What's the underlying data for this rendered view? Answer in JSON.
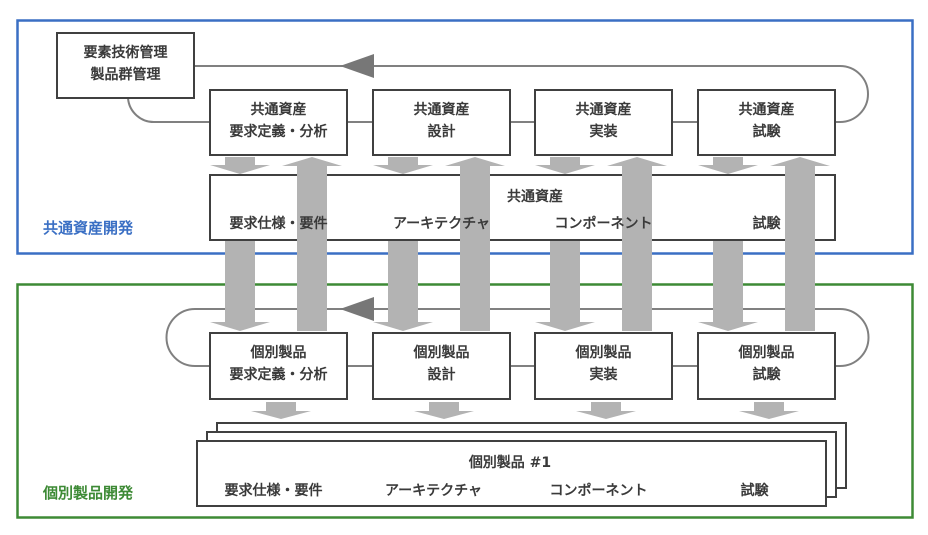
{
  "colors": {
    "common_frame": "#3a6fc4",
    "product_frame": "#3d8a35",
    "box_border": "#404040",
    "arrow_fill": "#b3b3b3",
    "loop_line": "#808080",
    "loop_arrowhead": "#777777",
    "text": "#3a3a3a"
  },
  "management_box": {
    "line1": "要素技術管理",
    "line2": "製品群管理"
  },
  "common_dev": {
    "frame_label": "共通資産開発",
    "phases": [
      {
        "line1": "共通資産",
        "line2": "要求定義・分析"
      },
      {
        "line1": "共通資産",
        "line2": "設計"
      },
      {
        "line1": "共通資産",
        "line2": "実装"
      },
      {
        "line1": "共通資産",
        "line2": "試験"
      }
    ],
    "asset_box": {
      "title": "共通資産",
      "items": [
        "要求仕様・要件",
        "アーキテクチャ",
        "コンポーネント",
        "試験"
      ]
    }
  },
  "product_dev": {
    "frame_label": "個別製品開発",
    "phases": [
      {
        "line1": "個別製品",
        "line2": "要求定義・分析"
      },
      {
        "line1": "個別製品",
        "line2": "設計"
      },
      {
        "line1": "個別製品",
        "line2": "実装"
      },
      {
        "line1": "個別製品",
        "line2": "試験"
      }
    ],
    "product_box": {
      "title": "個別製品 #1",
      "items": [
        "要求仕様・要件",
        "アーキテクチャ",
        "コンポーネント",
        "試験"
      ],
      "stack_count": 3
    }
  }
}
